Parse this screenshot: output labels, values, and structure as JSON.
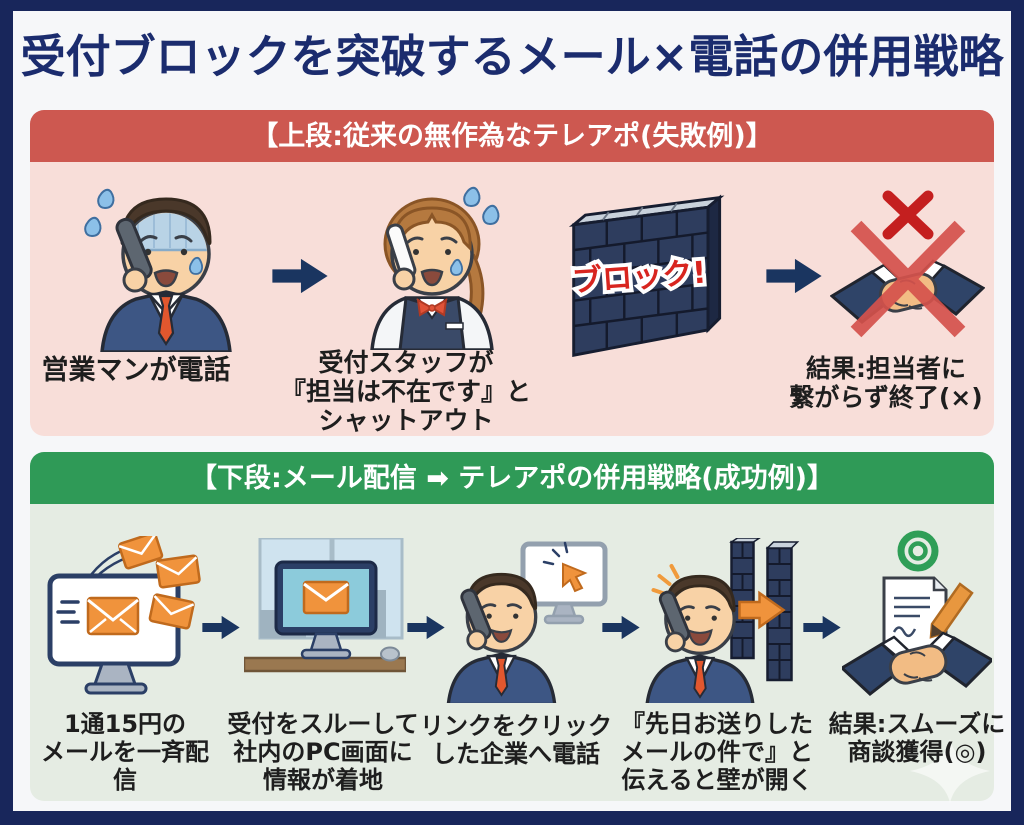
{
  "title": "受付ブロックを突破するメール×電話の併用戦略",
  "colors": {
    "frame_navy": "#18265b",
    "title_navy": "#1b2c6e",
    "fail_header_red": "#cd5850",
    "fail_panel_pink": "#f8ded9",
    "success_header_green": "#2f9a57",
    "success_panel_green": "#e5ece3",
    "arrow_navy": "#1a3560",
    "envelope_orange": "#f0933c",
    "block_text_red": "#d8251f"
  },
  "fail_section": {
    "header": "【上段:従来の無作為なテレアポ(失敗例)】",
    "block_label": "ブロック!",
    "steps": [
      {
        "name": "salesman-calls",
        "label": "営業マンが電話"
      },
      {
        "name": "receptionist-blocks",
        "label": "受付スタッフが\n『担当は不在です』と\nシャットアウト"
      },
      {
        "name": "result-fail",
        "label": "結果:担当者に\n繋がらず終了(×)"
      }
    ]
  },
  "success_section": {
    "header": "【下段:メール配信 ➡ テレアポの併用戦略(成功例)】",
    "steps": [
      {
        "name": "bulk-mail",
        "label": "1通15円の\nメールを一斉配信"
      },
      {
        "name": "mail-lands-on-pc",
        "label": "受付をスルーして\n社内のPC画面に\n情報が着地"
      },
      {
        "name": "call-clicked-company",
        "label": "リンクをクリック\nした企業へ電話"
      },
      {
        "name": "wall-opens",
        "label": "『先日お送りした\nメールの件で』と\n伝えると壁が開く"
      },
      {
        "name": "result-success",
        "label": "結果:スムーズに\n商談獲得(◎)"
      }
    ]
  }
}
